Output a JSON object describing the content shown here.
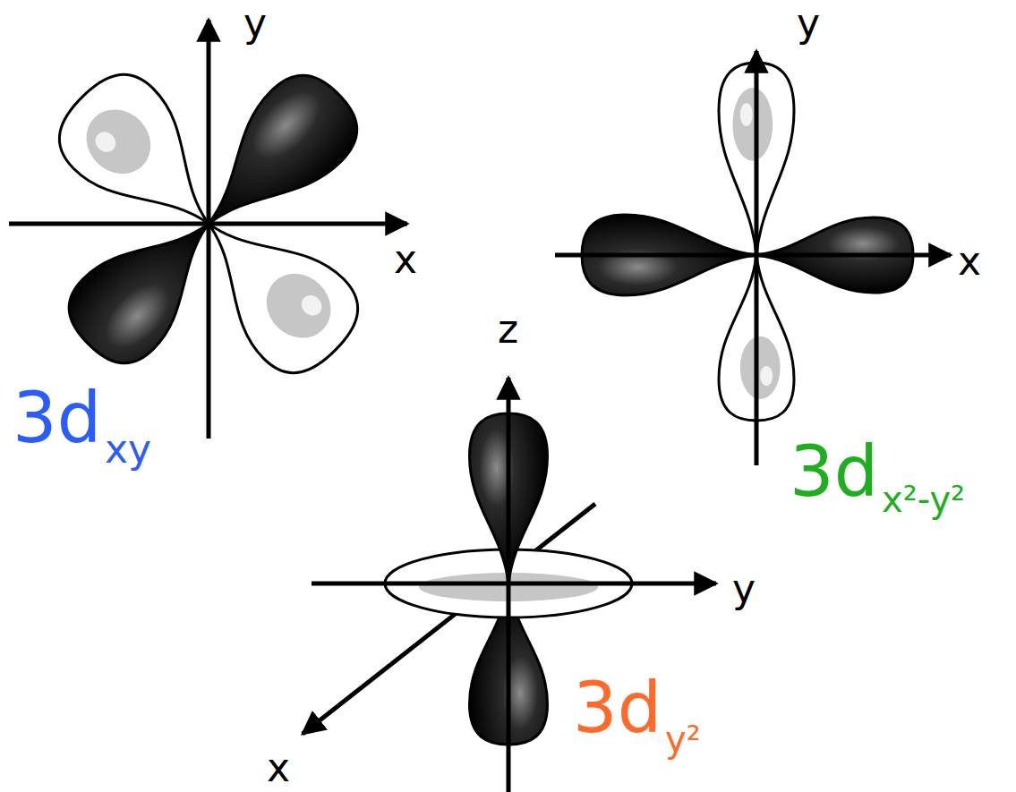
{
  "diagram": {
    "labels": [
      "y",
      "x",
      "3d",
      "xy",
      "y",
      "x",
      "3d",
      "x²-y²",
      "z",
      "y",
      "x",
      "3d",
      "y²"
    ]
  }
}
